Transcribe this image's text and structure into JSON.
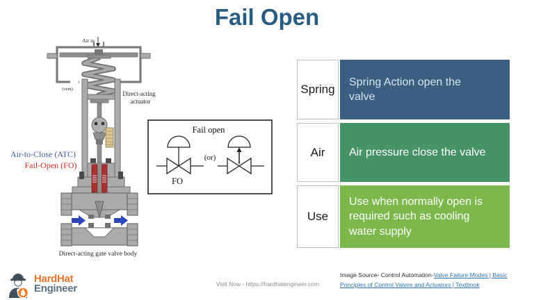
{
  "title": "Fail Open",
  "diagram": {
    "air_in": "Air in",
    "vent": "(vent)",
    "actuator_line1": "Direct-acting",
    "actuator_line2": "actuator",
    "atc_label": "Air-to-Close (ATC)",
    "fo_label": "Fail-Open (FO)",
    "body_label": "Direct-acting gate valve body"
  },
  "schematic": {
    "title": "Fail open",
    "or_label": "(or)",
    "fo_label": "FO"
  },
  "info_boxes": [
    {
      "label": "Spring",
      "text": "Spring Action open the valve",
      "bg": "#3a5f80",
      "text_color": "#d4e5f2"
    },
    {
      "label": "Air",
      "text": "Air pressure close the valve",
      "bg": "#469367",
      "text_color": "#ffffff"
    },
    {
      "label": "Use",
      "text": "Use when normally open is required such as cooling water supply",
      "bg": "#7db84d",
      "text_color": "#ffffff"
    }
  ],
  "footer": {
    "logo_line1": "HardHat",
    "logo_line2": "Engineer",
    "visit": "Visit Now - https://hardhatengineer.com",
    "source_prefix": "Image Source- Control Automation-",
    "source_link": "Valve Failure Modes | Basic Principles of Control Valves and Actuators | Textbook"
  },
  "colors": {
    "title": "#285c80",
    "atc_blue": "#3d5a98",
    "fo_red": "#cc2a2a",
    "arrow_blue": "#2b45b8",
    "link_blue": "#2e75b6",
    "logo_orange": "#e8732c",
    "logo_slate": "#5b7083",
    "diagram_gray": "#ababab",
    "packing_red": "#a83232"
  }
}
